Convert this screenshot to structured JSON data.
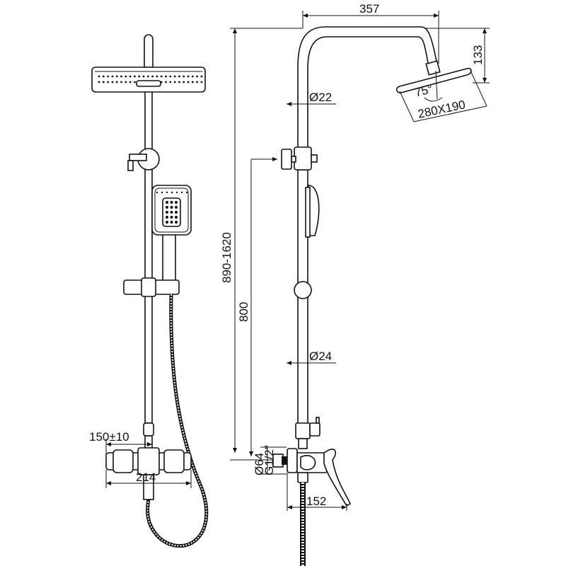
{
  "dimensions": {
    "arm_reach": "357",
    "head_height": "133",
    "head_tilt": "75°",
    "head_size": "280X190",
    "upper_pipe_diameter": "Ø22",
    "total_height_range": "890-1620",
    "mixer_to_diverter": "800",
    "lower_pipe_diameter": "Ø24",
    "flange_diameter": "Ø64",
    "thread": "G1/2\"",
    "mixer_depth": "152",
    "inlet_centers": "150±10",
    "mixer_width": "214"
  }
}
